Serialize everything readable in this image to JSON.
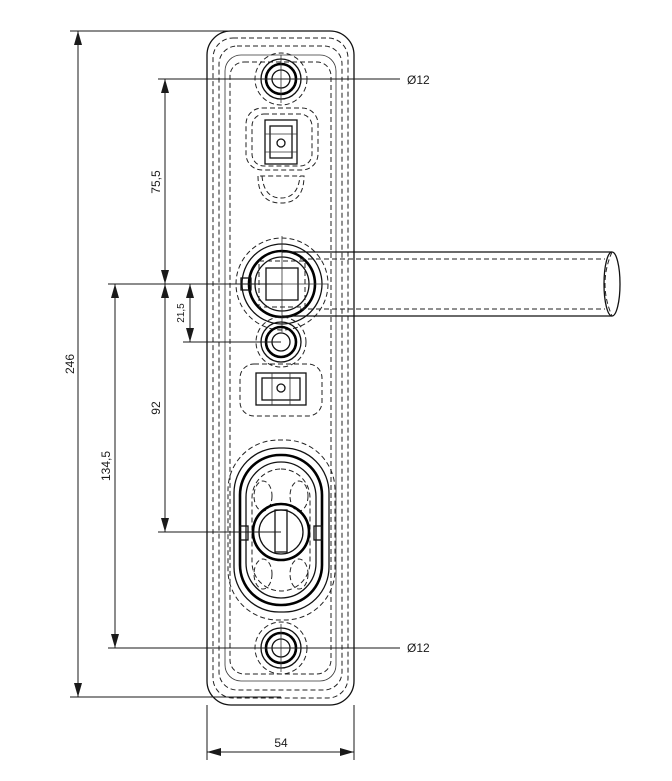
{
  "dimensions": {
    "overall_height": "246",
    "top_to_spindle": "75,5",
    "spindle_to_middle_hole": "21,5",
    "spindle_to_cylinder": "92",
    "hole_spacing": "134,5",
    "width": "54",
    "top_hole_diameter": "Ø12",
    "bottom_hole_diameter": "Ø12"
  }
}
